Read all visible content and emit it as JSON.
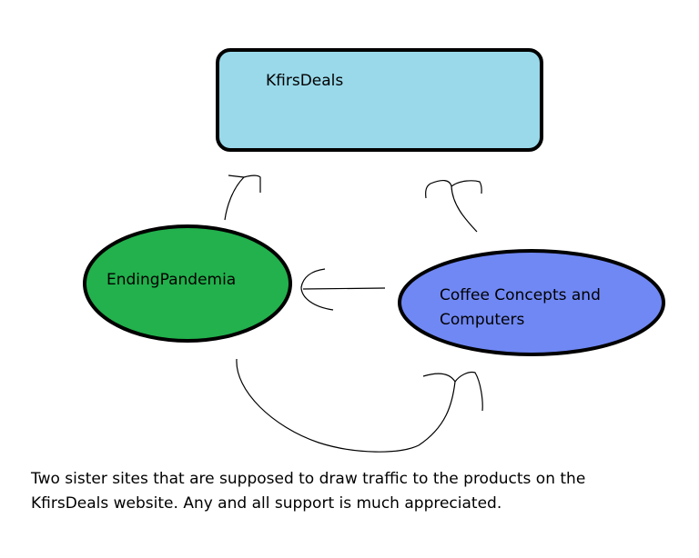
{
  "nodes": {
    "kfirsdeals": {
      "label": "KfirsDeals",
      "fill": "#99d9ea"
    },
    "ending_pandemia": {
      "label": "EndingPandemia",
      "fill": "#22b14c"
    },
    "coffee_concepts": {
      "label_line1": "Coffee Concepts and",
      "label_line2": "Computers",
      "fill": "#7088f4"
    }
  },
  "caption": {
    "line1": "Two sister sites that are supposed to draw traffic to the products on the",
    "line2": "KfirsDeals website. Any and all support is much appreciated."
  }
}
